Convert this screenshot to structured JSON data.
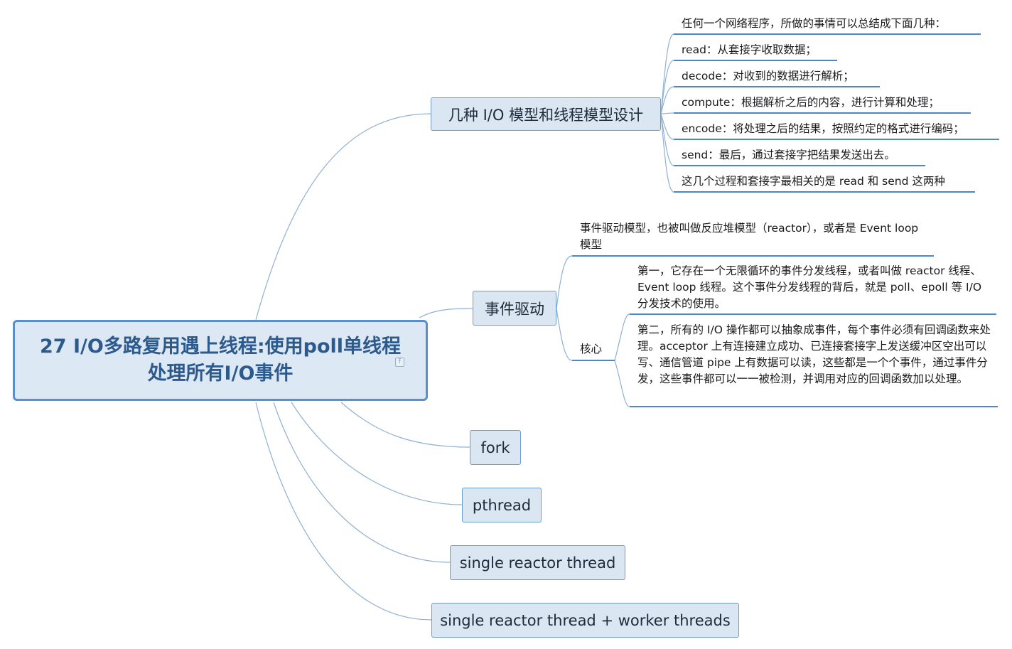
{
  "central": {
    "title": "27 I/O多路复用遇上线程:使用poll单线程处理所有I/O事件",
    "note_icon": "note-icon"
  },
  "topics": [
    {
      "label": "几种 I/O 模型和线程模型设计",
      "children": [
        "任何一个网络程序，所做的事情可以总结成下面几种：",
        "read：从套接字收取数据；",
        "decode：对收到的数据进行解析；",
        "compute：根据解析之后的内容，进行计算和处理；",
        "encode：将处理之后的结果，按照约定的格式进行编码；",
        "send：最后，通过套接字把结果发送出去。",
        "这几个过程和套接字最相关的是 read 和 send 这两种"
      ]
    },
    {
      "label": "事件驱动",
      "children": [
        "事件驱动模型，也被叫做反应堆模型（reactor），或者是 Event loop 模型",
        {
          "label": "核心",
          "children": [
            "第一，它存在一个无限循环的事件分发线程，或者叫做 reactor 线程、Event loop 线程。这个事件分发线程的背后，就是 poll、epoll 等 I/O 分发技术的使用。",
            "第二，所有的 I/O 操作都可以抽象成事件，每个事件必须有回调函数来处理。acceptor 上有连接建立成功、已连接套接字上发送缓冲区空出可以写、通信管道 pipe 上有数据可以读，这些都是一个个事件，通过事件分发，这些事件都可以一一被检测，并调用对应的回调函数加以处理。"
          ]
        }
      ]
    },
    {
      "label": "fork"
    },
    {
      "label": "pthread"
    },
    {
      "label": "single reactor thread"
    },
    {
      "label": "single reactor thread + worker threads"
    }
  ],
  "colors": {
    "central_fill": "#dde8f5",
    "central_border": "#5b8ed0",
    "central_text": "#2d5a8c",
    "topic_fill": "#dbe6f3",
    "topic_border": "#6e9bd0",
    "connector": "#8fb1d4",
    "underline": "#4f86c6"
  }
}
